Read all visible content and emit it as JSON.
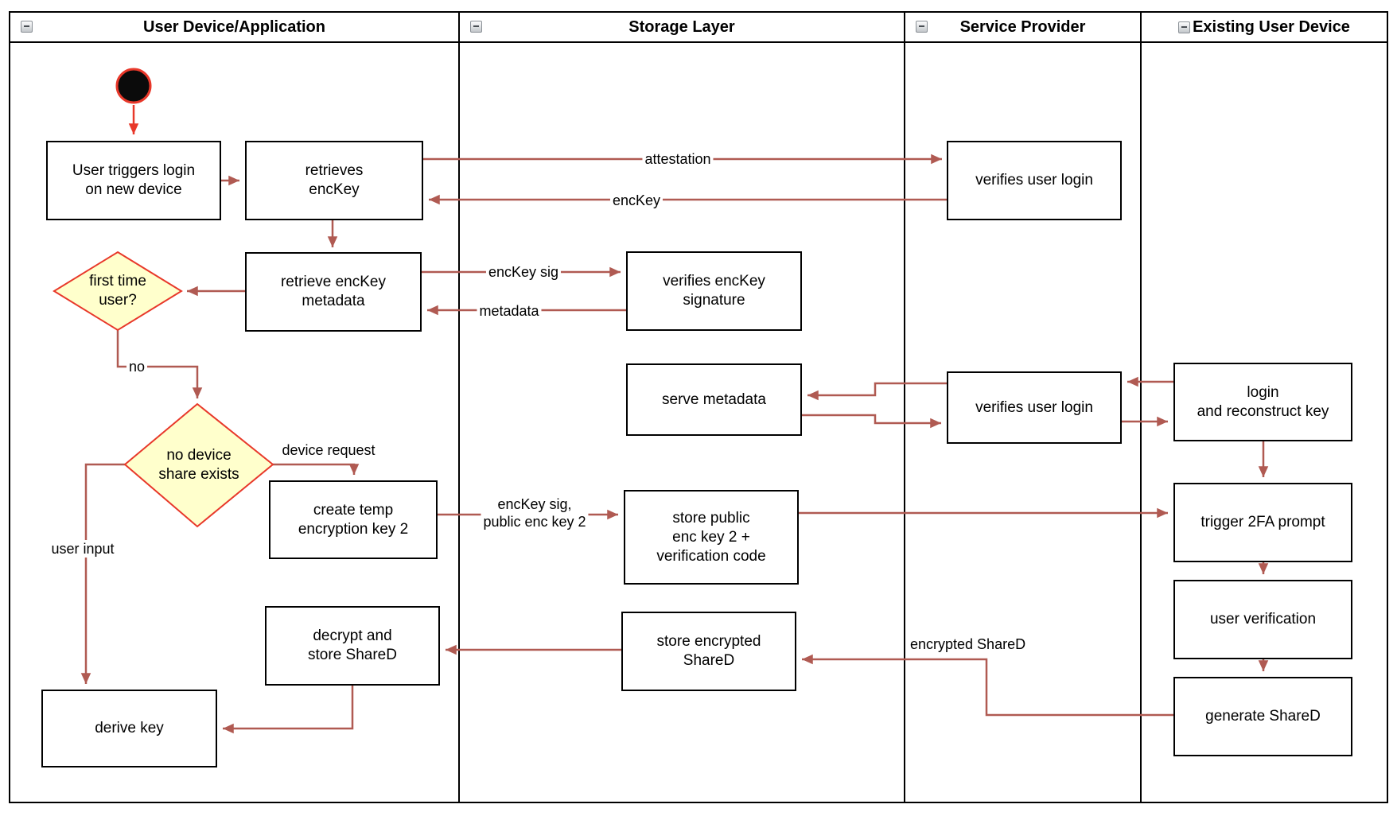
{
  "diagram": {
    "lanes": [
      {
        "title": "User Device/Application"
      },
      {
        "title": "Storage Layer"
      },
      {
        "title": "Service Provider"
      },
      {
        "title": "Existing User Device"
      }
    ],
    "icons": {
      "collapse": "minus-icon"
    },
    "nodes": {
      "user_triggers": "User triggers login\non new device",
      "retrieves_enckey": "retrieves\nencKey",
      "verifies_user_login_1": "verifies user login",
      "retrieve_enckey_metadata": "retrieve encKey\nmetadata",
      "first_time_user": "first time\nuser?",
      "verifies_enckey_signature": "verifies encKey\nsignature",
      "serve_metadata": "serve metadata",
      "verifies_user_login_2": "verifies user login",
      "login_reconstruct": "login\nand reconstruct key",
      "no_device_share": "no device\nshare exists",
      "create_temp_key": "create temp\nencryption key 2",
      "store_public_key": "store public\nenc key 2 +\nverification code",
      "trigger_2fa": "trigger 2FA prompt",
      "user_verification": "user verification",
      "generate_shared": "generate ShareD",
      "decrypt_store_shared": "decrypt and\nstore ShareD",
      "store_encrypted_shared": "store encrypted\nShareD",
      "derive_key": "derive key"
    },
    "edge_labels": {
      "attestation": "attestation",
      "enckey": "encKey",
      "enckey_sig": "encKey sig",
      "metadata": "metadata",
      "no": "no",
      "device_request": "device request",
      "enckey_sig_public": "encKey sig,\npublic enc key 2",
      "user_input": "user input",
      "encrypted_shared": "encrypted ShareD"
    },
    "colors": {
      "edge": "#B05A52",
      "accent": "#E8382A",
      "decision_fill": "#FFFFCC",
      "node_border": "#000000",
      "node_fill": "#FFFFFF"
    }
  }
}
